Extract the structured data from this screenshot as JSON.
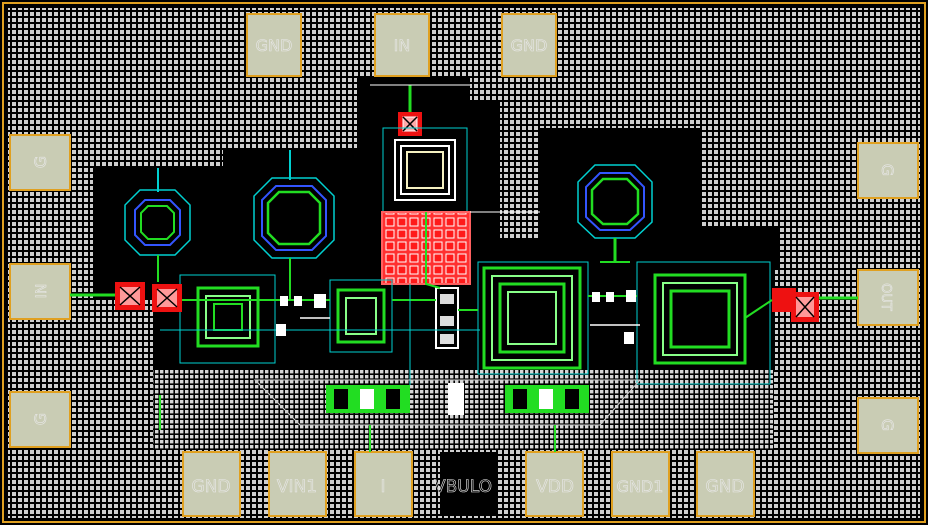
{
  "pads": {
    "top": [
      "GND",
      "IN",
      "GND"
    ],
    "bottom": [
      "GND",
      "VIN1",
      "I",
      "VBULO",
      "VDD",
      "GND1",
      "GND"
    ],
    "left": [
      "G",
      "IN",
      "G"
    ],
    "right": [
      "G",
      "OUT",
      "G"
    ]
  },
  "colors": {
    "background": "#000000",
    "metal_fill": "#d8d8d8",
    "pad_fill": "#c9ccb4",
    "pad_border": "#e0a020",
    "inductor_green": "#22dd22",
    "inductor_light": "#88ff88",
    "cyan": "#00d0d0",
    "blue": "#3355ff",
    "red": "#ee1111",
    "white": "#ffffff",
    "label_white": "#e8e8e8"
  },
  "icons": [
    "bond-pad",
    "spiral-inductor",
    "octagon-inductor",
    "capacitor-array",
    "via-cross",
    "transistor"
  ]
}
